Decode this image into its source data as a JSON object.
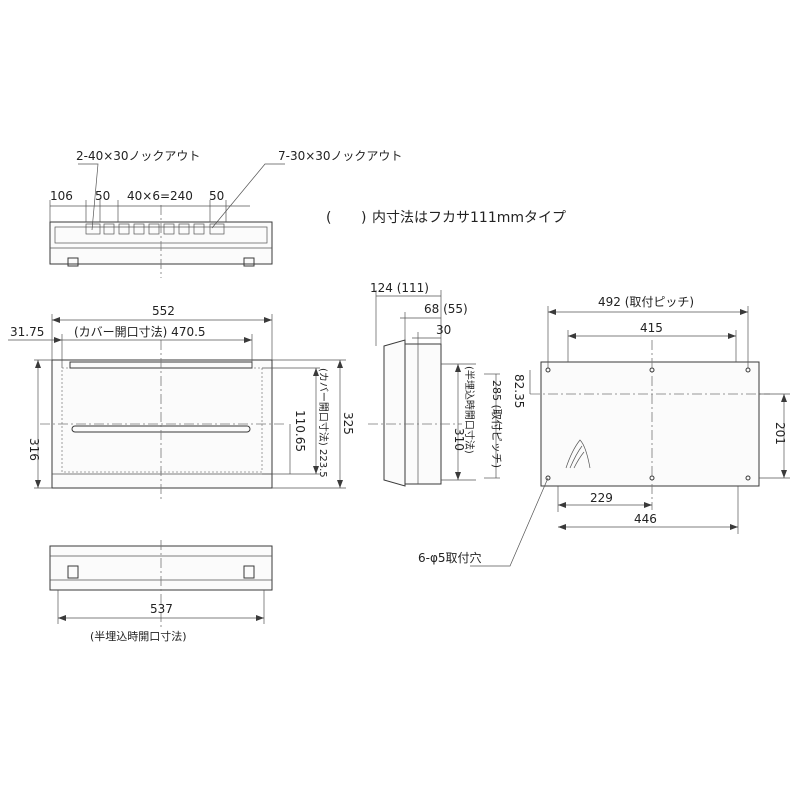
{
  "note": {
    "paren_open": "(",
    "paren_close": ")",
    "text": "内寸法はフカサ111mmタイプ"
  },
  "top_view": {
    "knockout_label_left": "2-40×30ノックアウト",
    "knockout_label_right": "7-30×30ノックアウト",
    "dim_106": "106",
    "dim_50a": "50",
    "dim_pitch": "40×6=240",
    "dim_50b": "50"
  },
  "front_view": {
    "dim_width": "552",
    "dim_left_offset": "31.75",
    "dim_cover_opening": "(カバー開口寸法) 470.5",
    "dim_height": "316",
    "dim_110": "110.65",
    "dim_cover_opening_v": "(カバー開口寸法) 223.5",
    "dim_325": "325"
  },
  "side_view": {
    "dim_124": "124 (111)",
    "dim_68": "68 (55)",
    "dim_30": "30",
    "dim_310": "310",
    "dim_310_label": "(半埋込時開口寸法)",
    "dim_285": "285 (取付ピッチ)"
  },
  "back_view": {
    "dim_492": "492 (取付ピッチ)",
    "dim_415": "415",
    "dim_82": "82.35",
    "dim_201": "201",
    "dim_229": "229",
    "dim_446": "446",
    "hole_label": "6-φ5取付穴"
  },
  "bottom_view": {
    "dim_537": "537",
    "dim_537_label": "(半埋込時開口寸法)"
  }
}
